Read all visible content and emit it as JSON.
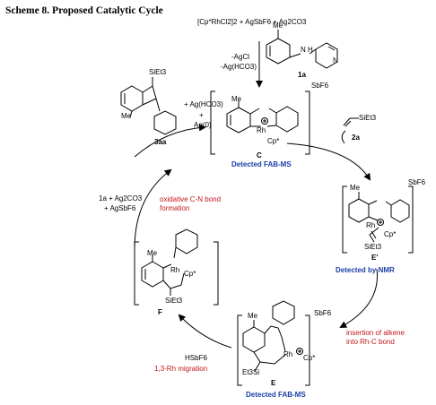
{
  "title": "Scheme 8. Proposed Catalytic Cycle",
  "reagents_top": "[Cp*RhCl2]2 + AgSbF6 + Ag2CO3",
  "byproducts_top": [
    "-AgCl",
    "-Ag(HCO3)"
  ],
  "substrate": {
    "label": "1a",
    "me": "Me",
    "nh": "N H",
    "n_ring": "N"
  },
  "species": {
    "C": {
      "label": "C",
      "detected": "Detected FAB-MS",
      "counter_ion": "SbF6",
      "metal": "Rh",
      "cp": "Cp*",
      "me": "Me"
    },
    "E_prime": {
      "label": "E'",
      "detected": "Detected by NMR",
      "counter_ion": "SbF6",
      "metal": "Rh",
      "cp": "Cp*",
      "si": "SiEt3",
      "me": "Me"
    },
    "E": {
      "label": "E",
      "detected": "Detected FAB-MS",
      "counter_ion": "SbF6",
      "metal": "Rh",
      "cp": "Cp*",
      "si": "Et3Si",
      "me": "Me"
    },
    "F": {
      "label": "F",
      "metal": "Rh",
      "cp": "Cp*",
      "si": "SiEt3",
      "me": "Me"
    },
    "product": {
      "label": "3aa",
      "si": "SiEt3",
      "me": "Me"
    }
  },
  "reagent_2a": {
    "label": "2a",
    "si": "SiEt3"
  },
  "steps": {
    "product_release": [
      "+ Ag(HCO3)",
      "+",
      "Ag(0)"
    ],
    "regeneration_reagents": [
      "1a + Ag2CO3",
      "+ AgSbF6"
    ],
    "oxidative_label": [
      "oxidative C-N bond",
      "formation"
    ],
    "insertion_label": [
      "insertion of alkene",
      "into Rh-C bond"
    ],
    "hsbf6": "HSbF6",
    "migration_label": "1,3-Rh migration"
  }
}
